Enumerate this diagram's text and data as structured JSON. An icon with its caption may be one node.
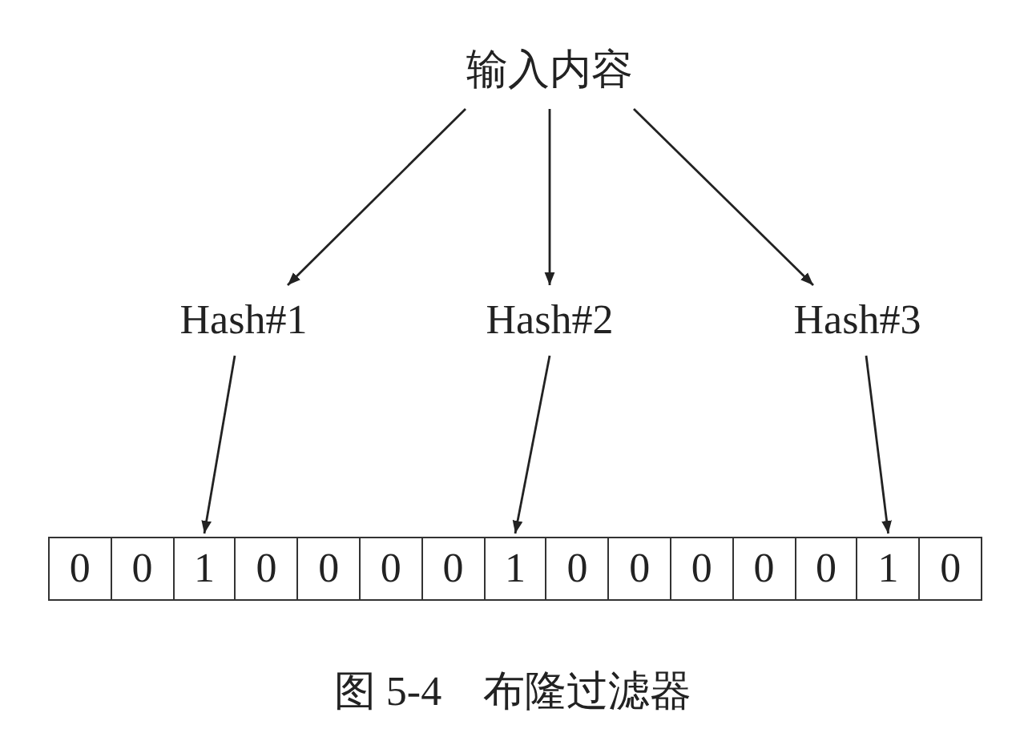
{
  "diagram": {
    "caption": "图 5-4　布隆过滤器",
    "nodes": [
      {
        "text": [
          "输入内容"
        ]
      },
      {
        "text": [
          "Hash#1"
        ]
      },
      {
        "text": [
          "Hash#2"
        ]
      },
      {
        "text": [
          "Hash#3"
        ]
      },
      {
        "text": [
          "0"
        ]
      },
      {
        "text": [
          "0"
        ]
      },
      {
        "text": [
          "1"
        ]
      },
      {
        "text": [
          "0"
        ]
      },
      {
        "text": [
          "0"
        ]
      },
      {
        "text": [
          "0"
        ]
      },
      {
        "text": [
          "0"
        ]
      },
      {
        "text": [
          "1"
        ]
      },
      {
        "text": [
          "0"
        ]
      },
      {
        "text": [
          "0"
        ]
      },
      {
        "text": [
          "0"
        ]
      },
      {
        "text": [
          "0"
        ]
      },
      {
        "text": [
          "0"
        ]
      },
      {
        "text": [
          "1"
        ]
      },
      {
        "text": [
          "0"
        ]
      }
    ],
    "edges": [
      {
        "from": 0,
        "to": 1,
        "arrow": "to"
      },
      {
        "from": 0,
        "to": 2,
        "arrow": "to"
      },
      {
        "from": 0,
        "to": 3,
        "arrow": "to"
      },
      {
        "from": 1,
        "to": 6,
        "arrow": "to"
      },
      {
        "from": 2,
        "to": 11,
        "arrow": "to"
      },
      {
        "from": 3,
        "to": 17,
        "arrow": "to"
      }
    ]
  }
}
